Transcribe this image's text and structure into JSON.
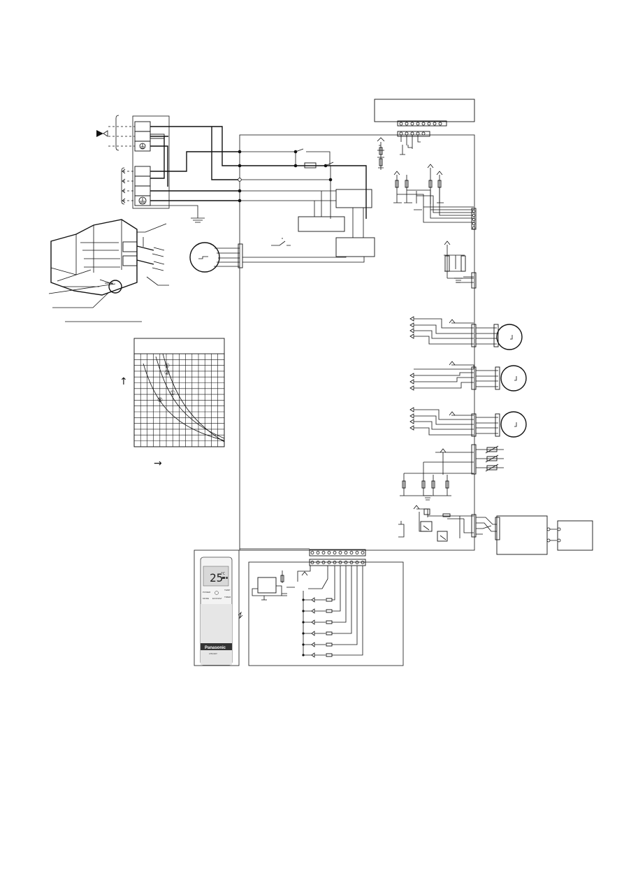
{
  "remote": {
    "lcd_digits": "25",
    "lcd_unit": "°C",
    "buttons": [
      "POWER",
      "MODE",
      "TEMP",
      "TIMER",
      "ECONAVI"
    ],
    "brand": "Panasonic",
    "model": "A75C3407"
  },
  "markers": {
    "graph_curve_1": "①",
    "graph_curve_2": "②",
    "graph_curve_1b": "①",
    "graph_curve_2b": "②"
  },
  "arrows": {
    "graph_y_axis": "↑",
    "graph_x_axis": "→"
  },
  "icons": [
    "terminal-block-drawing-icon",
    "ground-icon",
    "fan-motor-icon",
    "stepping-motor-icon",
    "power-switch-icon"
  ]
}
